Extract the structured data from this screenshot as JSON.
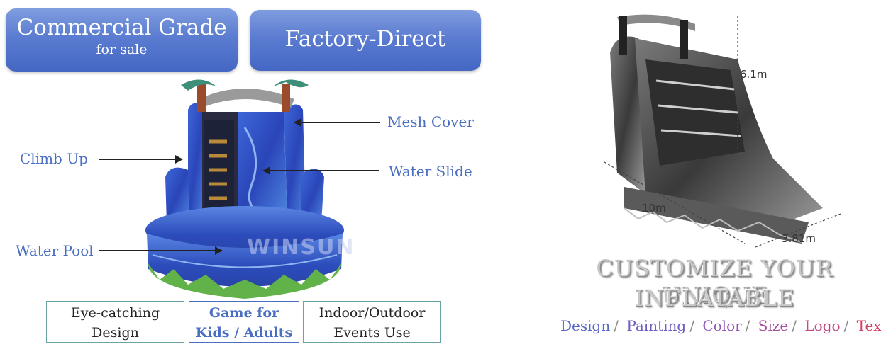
{
  "badges": {
    "commercial_main": "Commercial Grade",
    "commercial_sub": "for sale",
    "factory": "Factory-Direct"
  },
  "callouts": {
    "mesh_cover": "Mesh Cover",
    "climb_up": "Climb Up",
    "water_slide": "Water Slide",
    "water_pool": "Water Pool"
  },
  "brand": {
    "logo_text": "WINSUN"
  },
  "features": [
    {
      "line1": "Eye-catching",
      "line2": "Design"
    },
    {
      "line1": "Game for",
      "line2": "Kids / Adults"
    },
    {
      "line1": "Indoor/Outdoor",
      "line2": "Events Use"
    }
  ],
  "dimensions": {
    "height": "6.1m",
    "length": "10m",
    "width": "3.81m"
  },
  "customize": {
    "line1": "CUSTOMIZE YOUR UNIQUE",
    "line2": "INFLATABLE",
    "options": [
      {
        "label": "Design",
        "color": "#5a67c9"
      },
      {
        "label": "Painting",
        "color": "#6d5fc2"
      },
      {
        "label": "Color",
        "color": "#8f59b7"
      },
      {
        "label": "Size",
        "color": "#a8529f"
      },
      {
        "label": "Logo",
        "color": "#c34a86"
      },
      {
        "label": "Text",
        "color": "#d83f66"
      }
    ],
    "separator": "/"
  },
  "colors": {
    "badge_blue": "#5b7cd0",
    "label_blue": "#4a6fc2",
    "pool_green": "#62b24a",
    "slide_blue": "#2f4fc0",
    "palm_green": "#3e8f7a"
  }
}
